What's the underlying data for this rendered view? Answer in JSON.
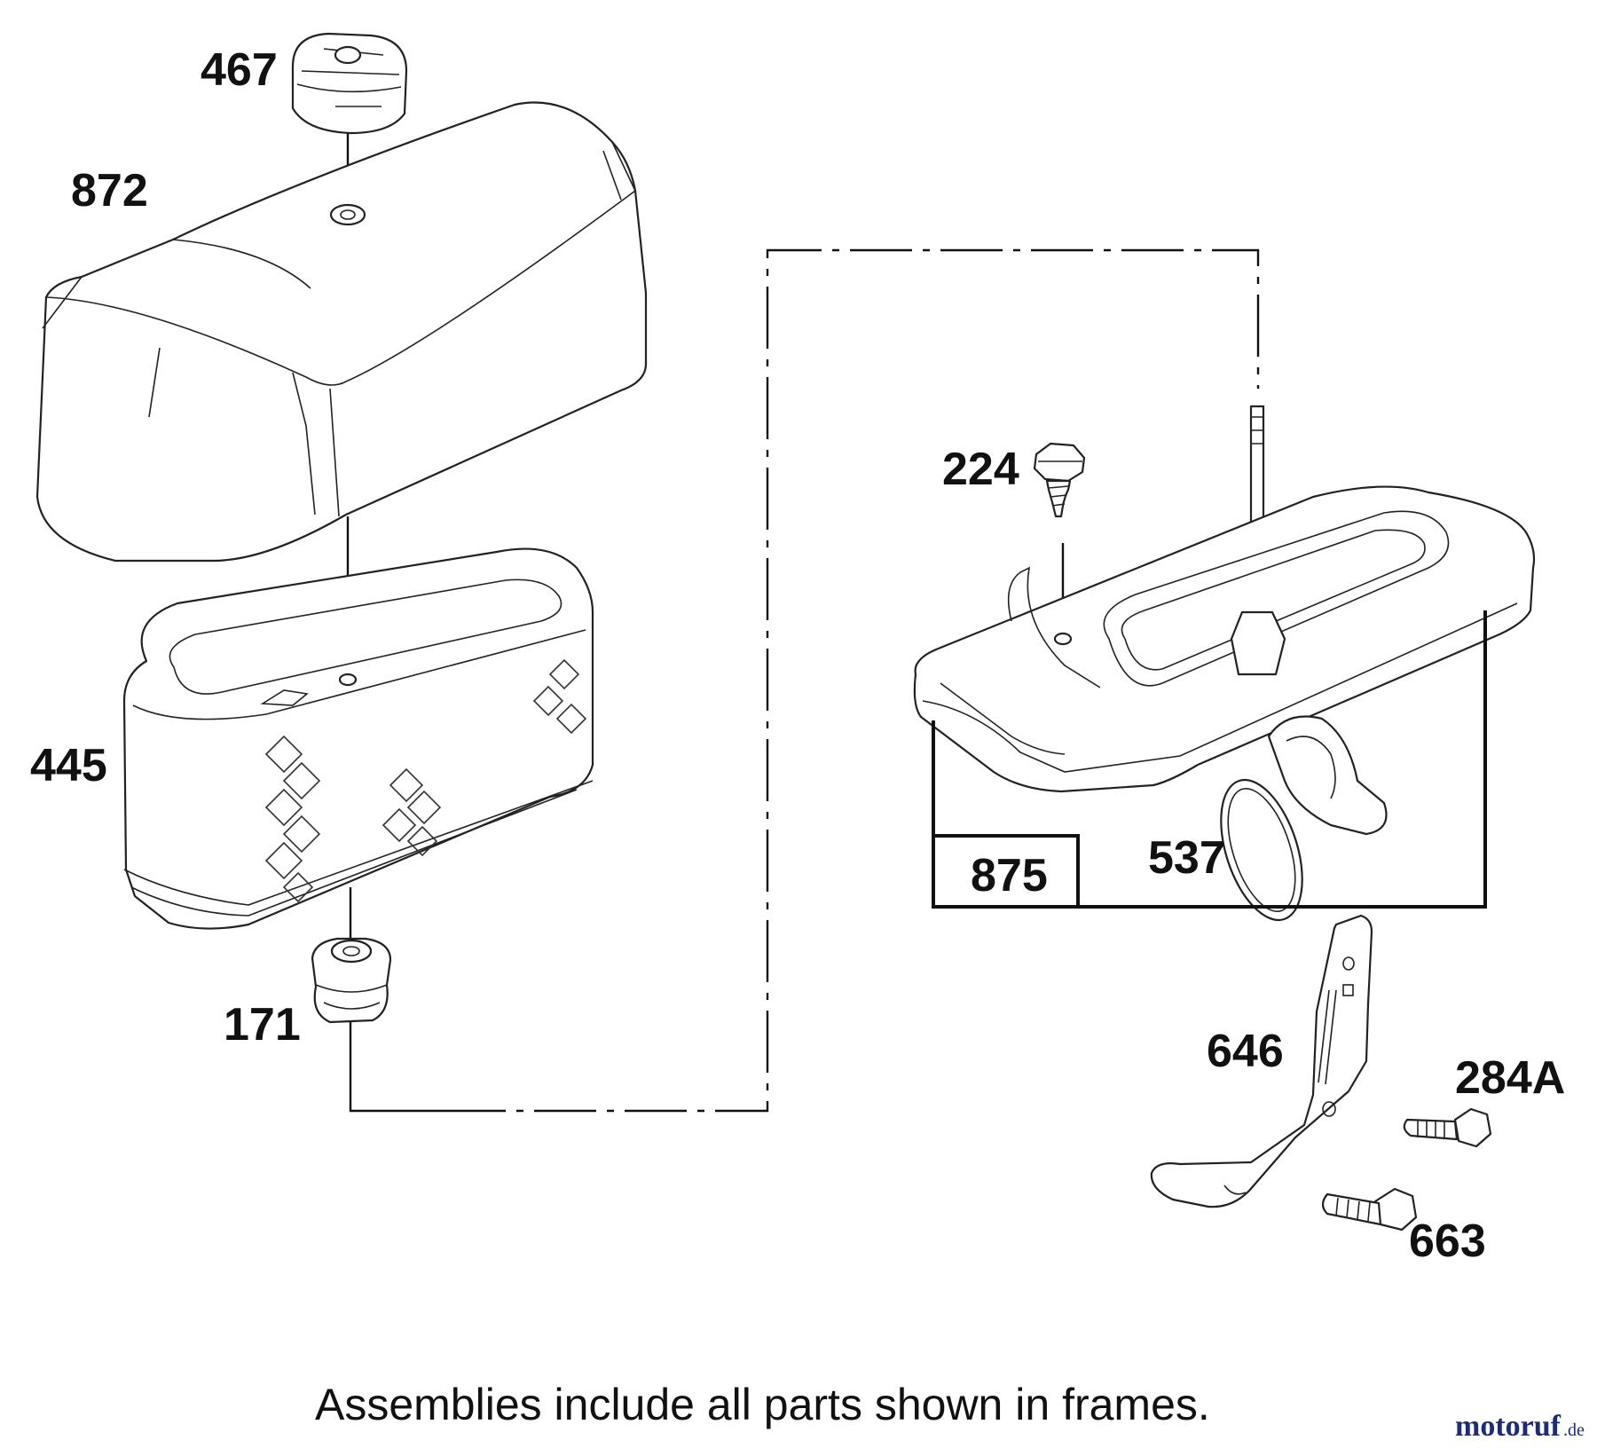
{
  "labels": {
    "p467": "467",
    "p872": "872",
    "p445": "445",
    "p171": "171",
    "p224": "224",
    "p875": "875",
    "p537": "537",
    "p646": "646",
    "p284a": "284A",
    "p663": "663"
  },
  "caption": "Assemblies include all parts shown in frames.",
  "watermark": {
    "brand": "motoruf",
    "suffix": ".de",
    "color": "#1f2a7a"
  }
}
